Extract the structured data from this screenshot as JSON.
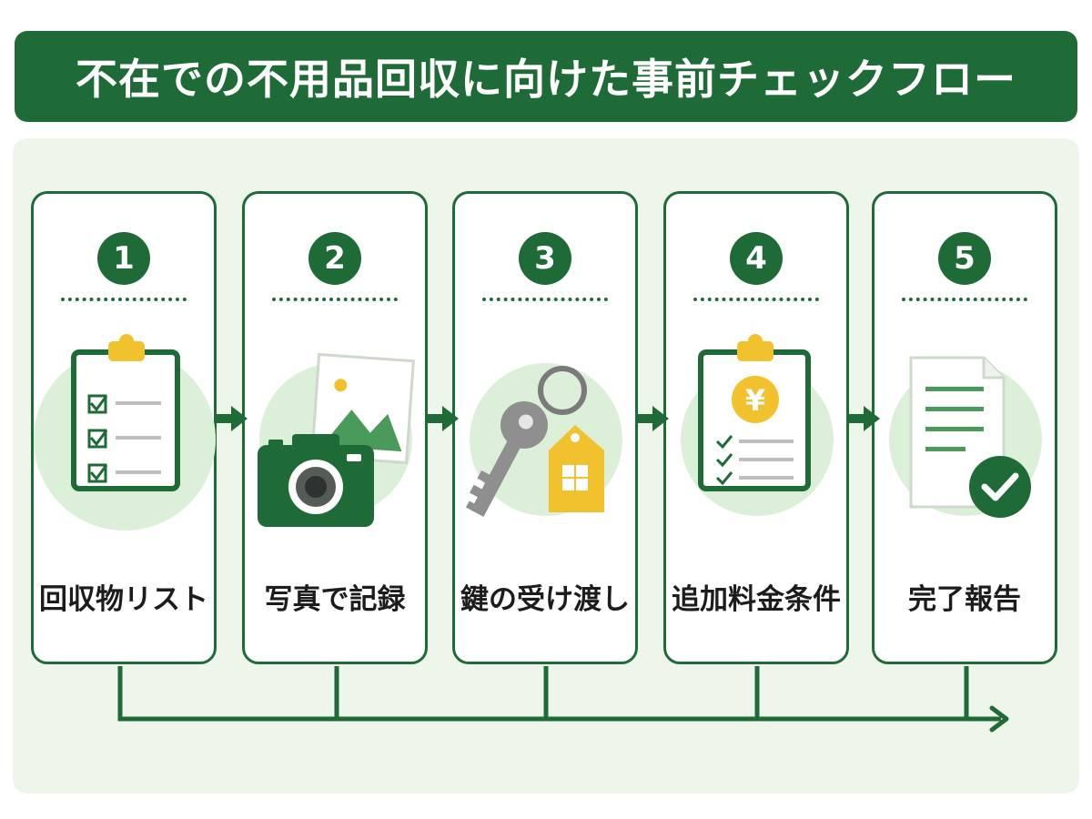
{
  "title": "不在での不用品回収に向けた事前チェックフロー",
  "steps": [
    {
      "number": "1",
      "label": "回収物リスト",
      "icon": "clipboard-checklist-icon"
    },
    {
      "number": "2",
      "label": "写真で記録",
      "icon": "camera-photo-icon"
    },
    {
      "number": "3",
      "label": "鍵の受け渡し",
      "icon": "key-house-keychain-icon"
    },
    {
      "number": "4",
      "label": "追加料金条件",
      "icon": "yen-clipboard-icon"
    },
    {
      "number": "5",
      "label": "完了報告",
      "icon": "document-check-icon"
    }
  ],
  "icons": {
    "yen_symbol": "¥"
  },
  "colors": {
    "primary_green": "#1f6b37",
    "light_green_bg": "#eef6ec",
    "accent_yellow": "#f2c12e",
    "circle_bg": "#dcefd9"
  }
}
